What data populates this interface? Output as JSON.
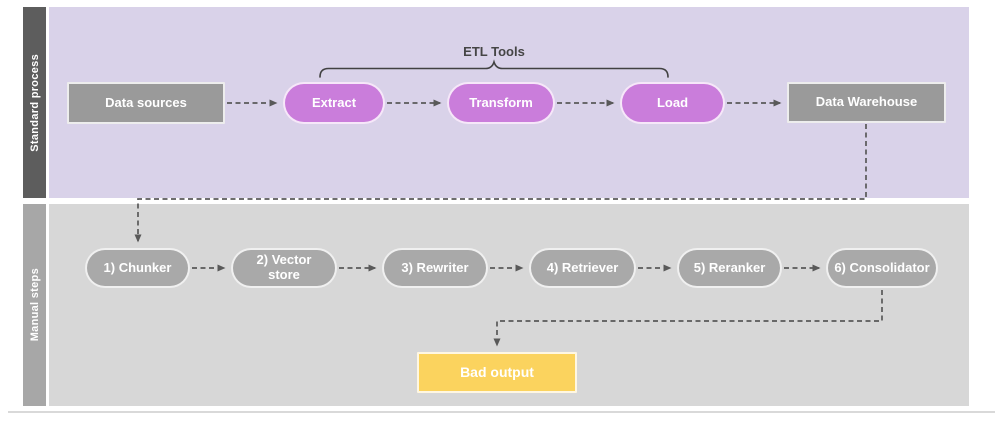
{
  "lanes": {
    "standard": {
      "label": "Standard process"
    },
    "manual": {
      "label": "Manual steps"
    }
  },
  "annotations": {
    "etl_tools": "ETL Tools"
  },
  "nodes": {
    "data_sources": {
      "label": "Data sources",
      "shape": "rectangle",
      "color": "#9a9a9a"
    },
    "extract": {
      "label": "Extract",
      "shape": "pill",
      "color": "#ca7ddb"
    },
    "transform": {
      "label": "Transform",
      "shape": "pill",
      "color": "#ca7ddb"
    },
    "load": {
      "label": "Load",
      "shape": "pill",
      "color": "#ca7ddb"
    },
    "data_warehouse": {
      "label": "Data Warehouse",
      "shape": "rectangle",
      "color": "#9a9a9a"
    },
    "chunker": {
      "label": "1) Chunker",
      "shape": "pill",
      "color": "#a9a9a9"
    },
    "vector_store": {
      "label": "2) Vector store",
      "shape": "pill",
      "color": "#a9a9a9"
    },
    "rewriter": {
      "label": "3) Rewriter",
      "shape": "pill",
      "color": "#a9a9a9"
    },
    "retriever": {
      "label": "4) Retriever",
      "shape": "pill",
      "color": "#a9a9a9"
    },
    "reranker": {
      "label": "5) Reranker",
      "shape": "pill",
      "color": "#a9a9a9"
    },
    "consolidator": {
      "label": "6) Consolidator",
      "shape": "pill",
      "color": "#a9a9a9"
    },
    "bad_output": {
      "label": "Bad output",
      "shape": "rectangle",
      "color": "#fbd35e"
    }
  },
  "edges": [
    {
      "from": "Data sources",
      "to": "Extract",
      "style": "dashed-arrow"
    },
    {
      "from": "Extract",
      "to": "Transform",
      "style": "dashed-arrow"
    },
    {
      "from": "Transform",
      "to": "Load",
      "style": "dashed-arrow"
    },
    {
      "from": "Load",
      "to": "Data Warehouse",
      "style": "dashed-arrow"
    },
    {
      "from": "Data Warehouse",
      "to": "1) Chunker",
      "style": "dashed-arrow"
    },
    {
      "from": "1) Chunker",
      "to": "2) Vector store",
      "style": "dashed-arrow"
    },
    {
      "from": "2) Vector store",
      "to": "3) Rewriter",
      "style": "dashed-arrow"
    },
    {
      "from": "3) Rewriter",
      "to": "4) Retriever",
      "style": "dashed-arrow"
    },
    {
      "from": "4) Retriever",
      "to": "5) Reranker",
      "style": "dashed-arrow"
    },
    {
      "from": "5) Reranker",
      "to": "6) Consolidator",
      "style": "dashed-arrow"
    },
    {
      "from": "6) Consolidator",
      "to": "Bad output",
      "style": "dashed-arrow"
    }
  ],
  "colors": {
    "lane_standard_bg": "#d9d2e9",
    "lane_standard_label_bg": "#5d5d5d",
    "lane_manual_bg": "#d7d7d7",
    "lane_manual_label_bg": "#a7a7a7",
    "etl_pill": "#ca7ddb",
    "gray_node": "#9a9a9a",
    "manual_pill": "#a9a9a9",
    "bad_output_fill": "#fbd35e",
    "connector": "#595959",
    "node_text": "#ffffff",
    "annotation_text": "#454545"
  }
}
